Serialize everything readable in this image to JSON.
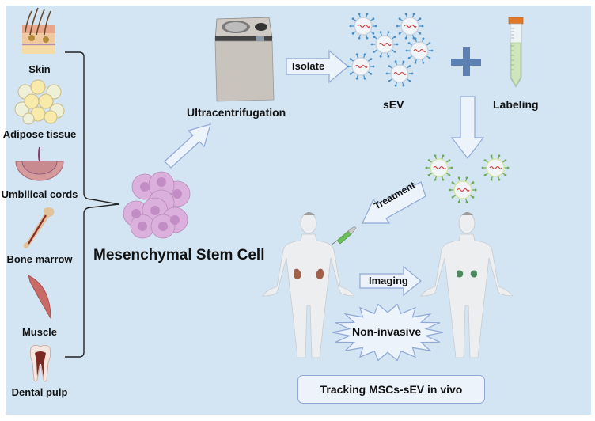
{
  "sources": [
    {
      "label": "Skin",
      "icon": "skin-tissue-icon"
    },
    {
      "label": "Adipose tissue",
      "icon": "adipose-cells-icon"
    },
    {
      "label": "Umbilical cords",
      "icon": "umbilical-cord-icon"
    },
    {
      "label": "Bone marrow",
      "icon": "bone-icon"
    },
    {
      "label": "Muscle",
      "icon": "muscle-icon"
    },
    {
      "label": "Dental pulp",
      "icon": "tooth-icon"
    }
  ],
  "msc": {
    "label": "Mesenchymal Stem Cell",
    "icon": "stem-cell-cluster-icon"
  },
  "centrifuge": {
    "label": "Ultracentrifugation",
    "icon": "centrifuge-icon"
  },
  "isolate_arrow": {
    "label": "Isolate"
  },
  "sev": {
    "label": "sEV",
    "icon": "extracellular-vesicle-icon"
  },
  "plus": {
    "symbol": "+"
  },
  "labeling": {
    "label": "Labeling",
    "icon": "test-tube-icon"
  },
  "treatment_arrow": {
    "label": "Treatment"
  },
  "imaging_arrow": {
    "label": "Imaging"
  },
  "burst": {
    "label": "Non-invasive"
  },
  "tracking_box": {
    "label": "Tracking MSCs-sEV in vivo"
  },
  "colors": {
    "background": "#d3e5f2",
    "arrow_fill": "#edf3fb",
    "arrow_stroke": "#8fa8d6",
    "cell_fill": "#d9aedb",
    "cell_nucleus": "#c08ac2",
    "plus": "#5b80b1",
    "sev_spike_blue": "#4a90c8",
    "sev_spike_green": "#6aaa5a",
    "rna": "#d04a4a",
    "tube_cap": "#e07a2a",
    "kidney_brown": "#a0604a",
    "kidney_green": "#4d8a5e"
  }
}
